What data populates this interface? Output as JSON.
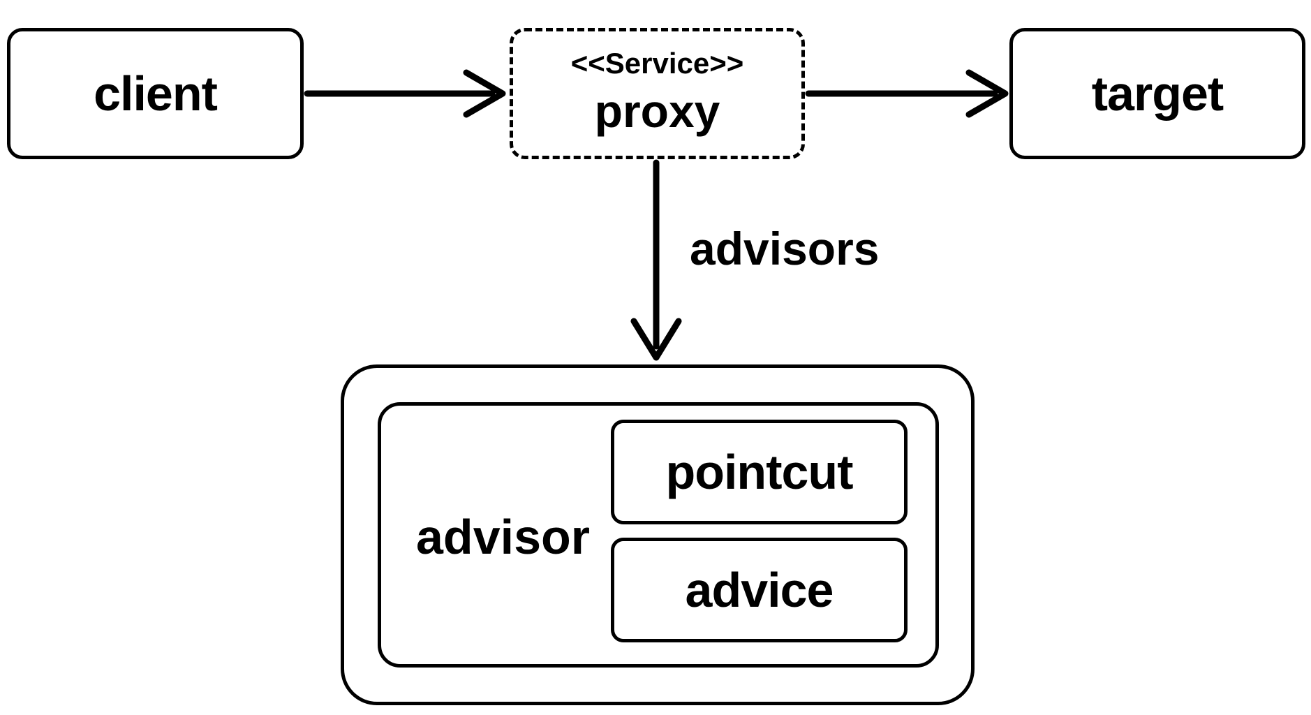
{
  "nodes": {
    "client": "client",
    "proxy_stereotype": "<<Service>>",
    "proxy": "proxy",
    "target": "target",
    "advisor": "advisor",
    "pointcut": "pointcut",
    "advice": "advice"
  },
  "edges": {
    "proxy_to_advisor_label": "advisors"
  },
  "colors": {
    "stroke": "#000000",
    "background": "#ffffff"
  }
}
